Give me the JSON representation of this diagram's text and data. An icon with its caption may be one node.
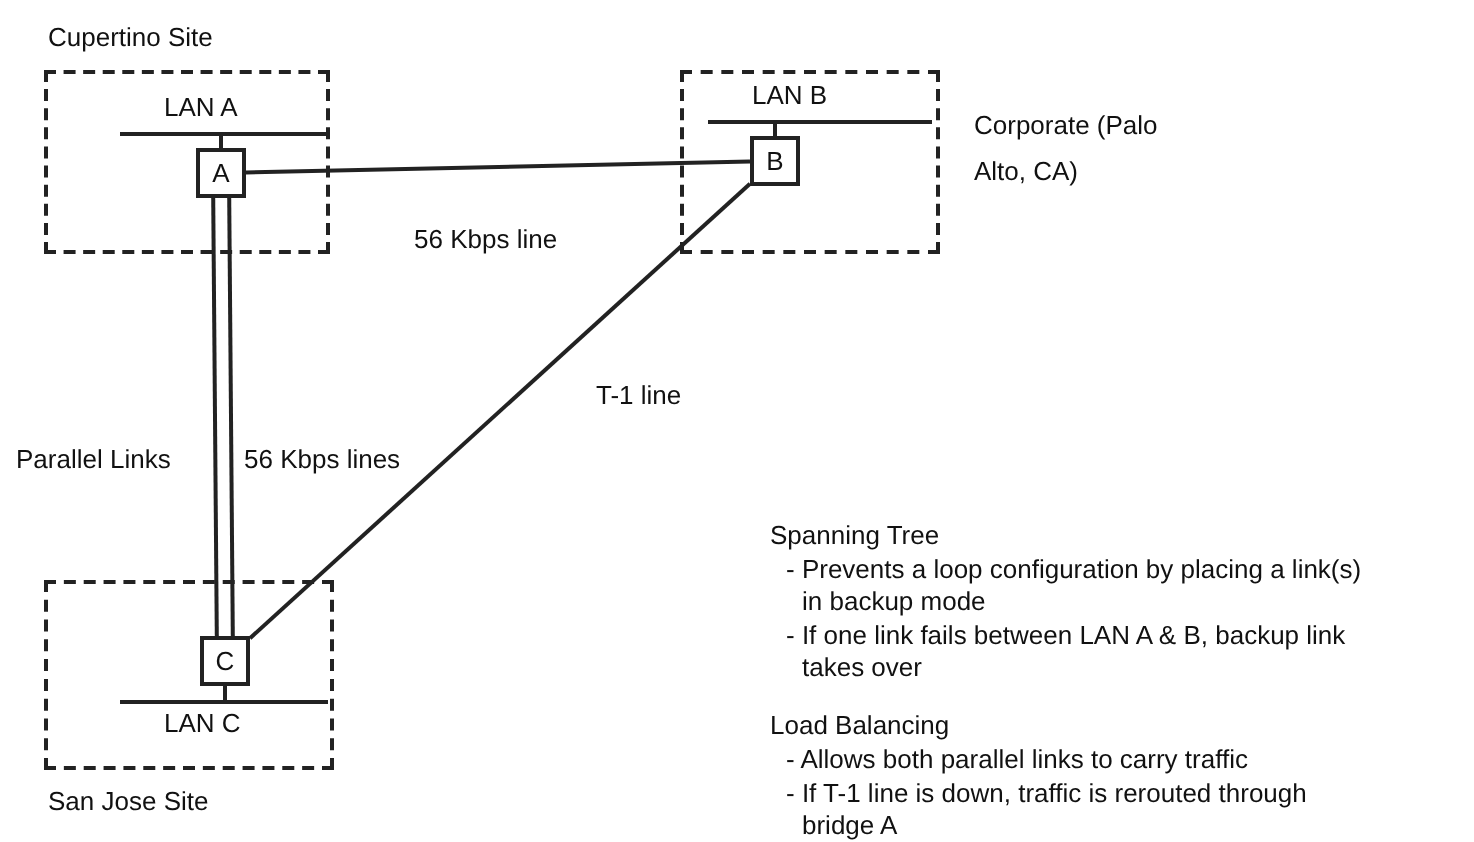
{
  "diagram": {
    "nodes": [
      {
        "text": [
          "Cupertino Site"
        ]
      },
      {
        "text": [
          "LAN A"
        ],
        "in": 0
      },
      {
        "text": [
          "A"
        ],
        "in": 0
      },
      {
        "text": [
          "Corporate (Palo Alto, CA)"
        ]
      },
      {
        "text": [
          "LAN B"
        ],
        "in": 3
      },
      {
        "text": [
          "B"
        ],
        "in": 3
      },
      {
        "text": [
          "San Jose Site"
        ]
      },
      {
        "text": [
          "C"
        ],
        "in": 6
      },
      {
        "text": [
          "LAN C"
        ],
        "in": 6
      }
    ],
    "edges": [
      {
        "from": 2,
        "to": 1,
        "arrow": "none"
      },
      {
        "from": 5,
        "to": 4,
        "arrow": "none"
      },
      {
        "from": 7,
        "to": 8,
        "arrow": "none"
      },
      {
        "from": 2,
        "to": 5,
        "arrow": "none",
        "label": "56 Kbps line"
      },
      {
        "from": 2,
        "to": 7,
        "arrow": "none",
        "label": "Parallel Links"
      },
      {
        "from": 2,
        "to": 7,
        "arrow": "none",
        "label": "56 Kbps lines"
      },
      {
        "from": 5,
        "to": 7,
        "arrow": "none",
        "label": "T-1 line"
      }
    ],
    "labels": [
      "Spanning Tree",
      "- Prevents a loop configuration by placing a link(s) in backup mode",
      "- If one link fails between LAN A & B, backup link takes over",
      "Load Balancing",
      "- Allows both parallel links to carry traffic",
      "- If T-1 line is down, traffic is rerouted through bridge A"
    ]
  }
}
